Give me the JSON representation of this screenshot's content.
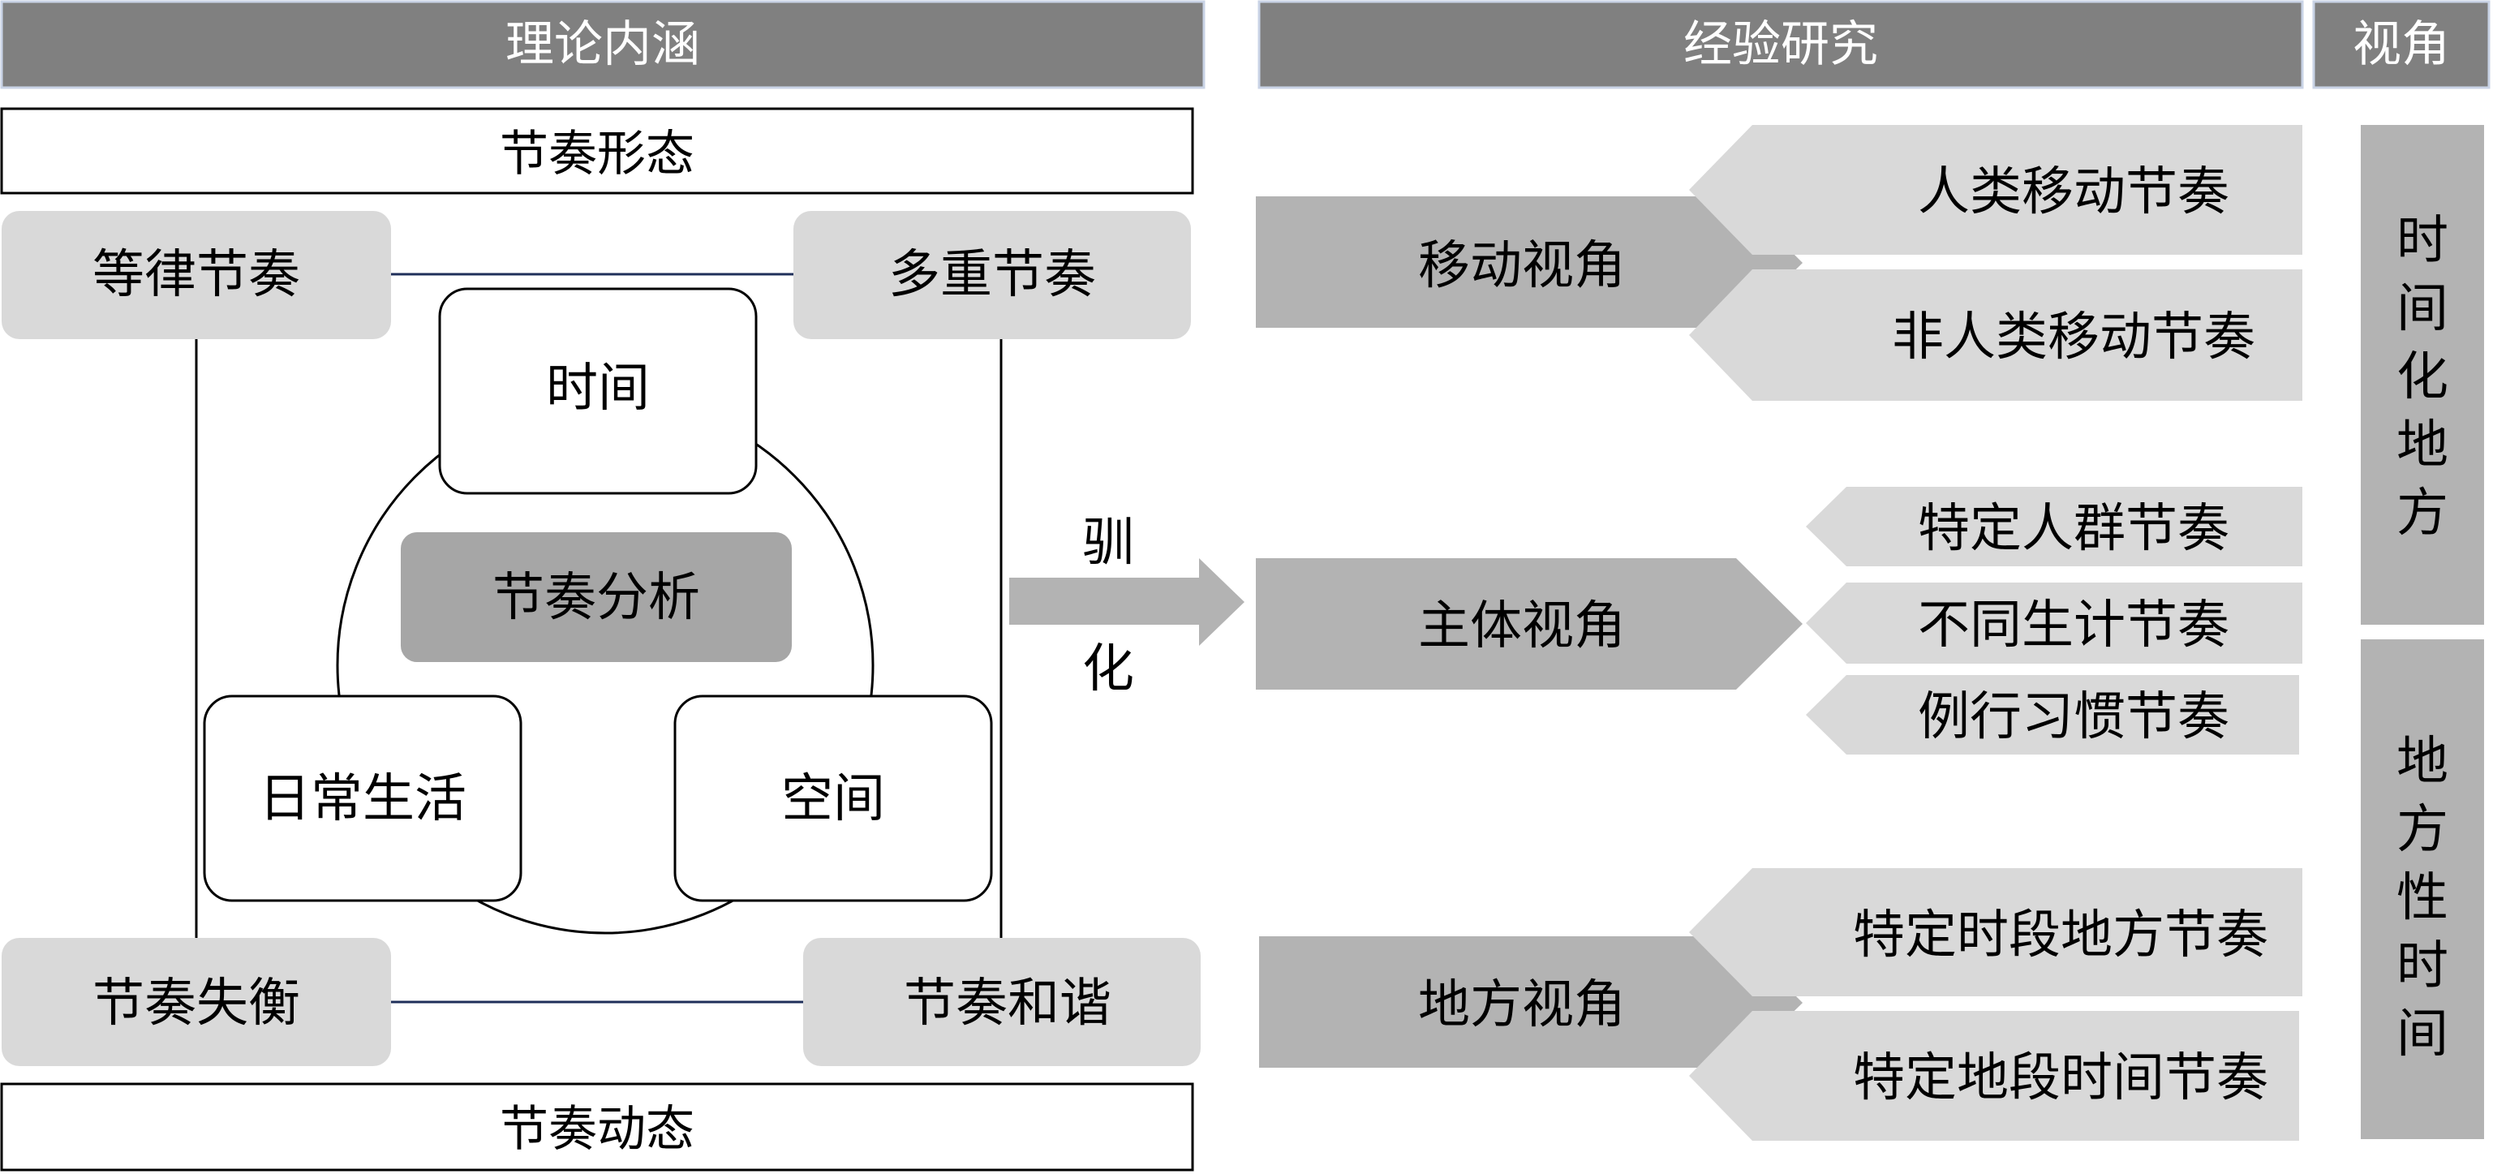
{
  "colors": {
    "header_bg": "#808080",
    "header_text": "#ffffff",
    "light_box": "#d9d9d9",
    "mid_box": "#a6a6a6",
    "dark_arrow": "#b3b3b3",
    "line": "#1f2f5a",
    "stroke": "#000000"
  },
  "headers": {
    "theory": "理论内涵",
    "empirical": "经验研究",
    "perspective": "视角"
  },
  "theory": {
    "form_label": "节奏形态",
    "dynamics_label": "节奏动态",
    "isorhythm": "等律节奏",
    "polyrhythm": "多重节奏",
    "arrhythmia": "节奏失衡",
    "eurhythmia": "节奏和谐",
    "time": "时间",
    "space": "空间",
    "everyday": "日常生活",
    "center": "节奏分析"
  },
  "transition": {
    "char1": "驯",
    "char2": "化"
  },
  "empirical": {
    "groups": [
      {
        "perspective": "移动视角",
        "items": [
          "人类移动节奏",
          "非人类移动节奏"
        ]
      },
      {
        "perspective": "主体视角",
        "items": [
          "特定人群节奏",
          "不同生计节奏",
          "例行习惯节奏"
        ]
      },
      {
        "perspective": "地方视角",
        "items": [
          "特定时段地方节奏",
          "特定地段时间节奏"
        ]
      }
    ]
  },
  "perspective_bars": {
    "top": "时间化地方",
    "bottom": "地方性时间"
  }
}
